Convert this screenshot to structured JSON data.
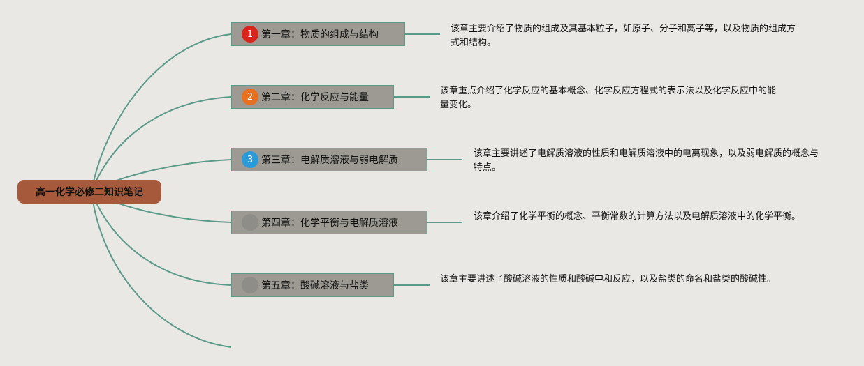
{
  "root": {
    "label": "高一化学必修二知识笔记"
  },
  "chapters": [
    {
      "num": "1",
      "title": "第一章：物质的组成与结构",
      "badge_color": "#d9261c",
      "desc": "该章主要介绍了物质的组成及其基本粒子，如原子、分子和离子等，以及物质的组成方式和结构。"
    },
    {
      "num": "2",
      "title": "第二章：化学反应与能量",
      "badge_color": "#e8701f",
      "desc": "该章重点介绍了化学反应的基本概念、化学反应方程式的表示法以及化学反应中的能量变化。"
    },
    {
      "num": "3",
      "title": "第三章：电解质溶液与弱电解质",
      "badge_color": "#2a9ad9",
      "desc": "该章主要讲述了电解质溶液的性质和电解质溶液中的电离现象，以及弱电解质的概念与特点。"
    },
    {
      "num": "",
      "title": "第四章：化学平衡与电解质溶液",
      "badge_color": "#8f8d87",
      "desc": "该章介绍了化学平衡的概念、平衡常数的计算方法以及电解质溶液中的化学平衡。"
    },
    {
      "num": "",
      "title": "第五章：酸碱溶液与盐类",
      "badge_color": "#8f8d87",
      "desc": "该章主要讲述了酸碱溶液的性质和酸碱中和反应，以及盐类的命名和盐类的酸碱性。"
    }
  ],
  "colors": {
    "edge": "#5a9a89"
  }
}
